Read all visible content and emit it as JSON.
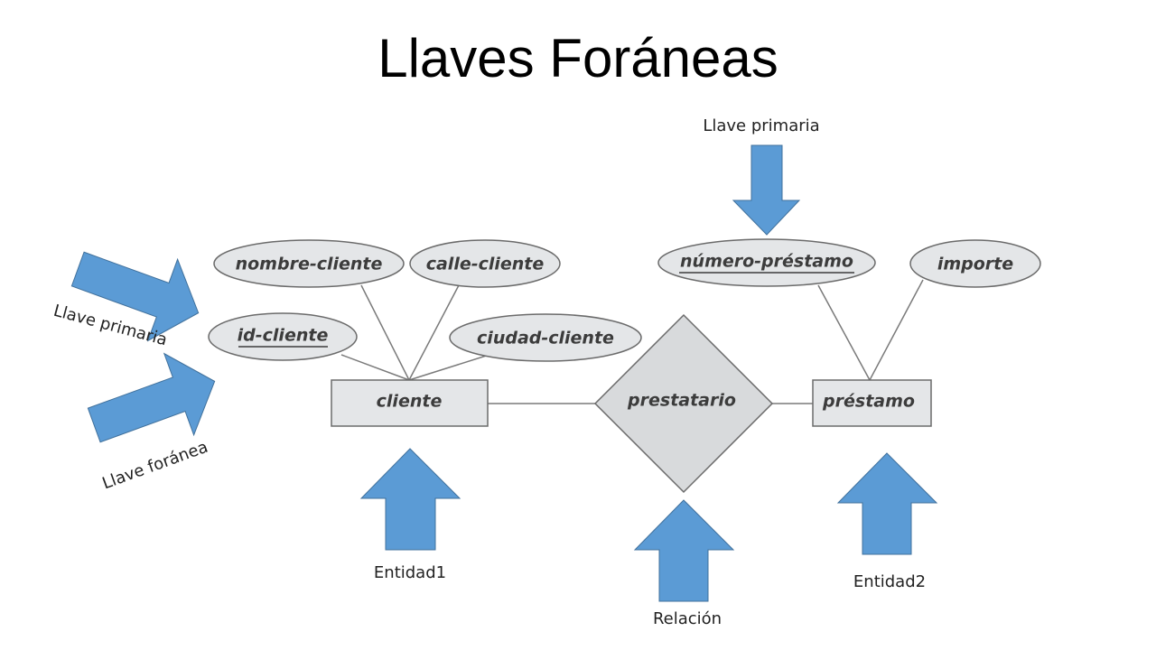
{
  "slide": {
    "title": "Llaves Foráneas"
  },
  "diagram": {
    "entities": {
      "cliente": "cliente",
      "prestamo": "préstamo"
    },
    "relationship": "prestatario",
    "attributes": {
      "nombre_cliente": "nombre-cliente",
      "calle_cliente": "calle-cliente",
      "id_cliente": "id-cliente",
      "ciudad_cliente": "ciudad-cliente",
      "numero_prestamo": "número-préstamo",
      "importe": "importe"
    },
    "callouts": {
      "llave_primaria_top": "Llave primaria",
      "llave_primaria_left": "Llave primaria",
      "llave_foranea": "Llave foránea",
      "entidad1": "Entidad1",
      "relacion": "Relación",
      "entidad2": "Entidad2"
    }
  },
  "colors": {
    "arrow_fill": "#5b9bd5",
    "arrow_stroke": "#41719c",
    "shape_fill": "#e4e6e8",
    "shape_stroke": "#6b6b6b"
  },
  "icons": [
    "arrow-down-icon",
    "arrow-up-icon",
    "arrow-right-icon"
  ]
}
